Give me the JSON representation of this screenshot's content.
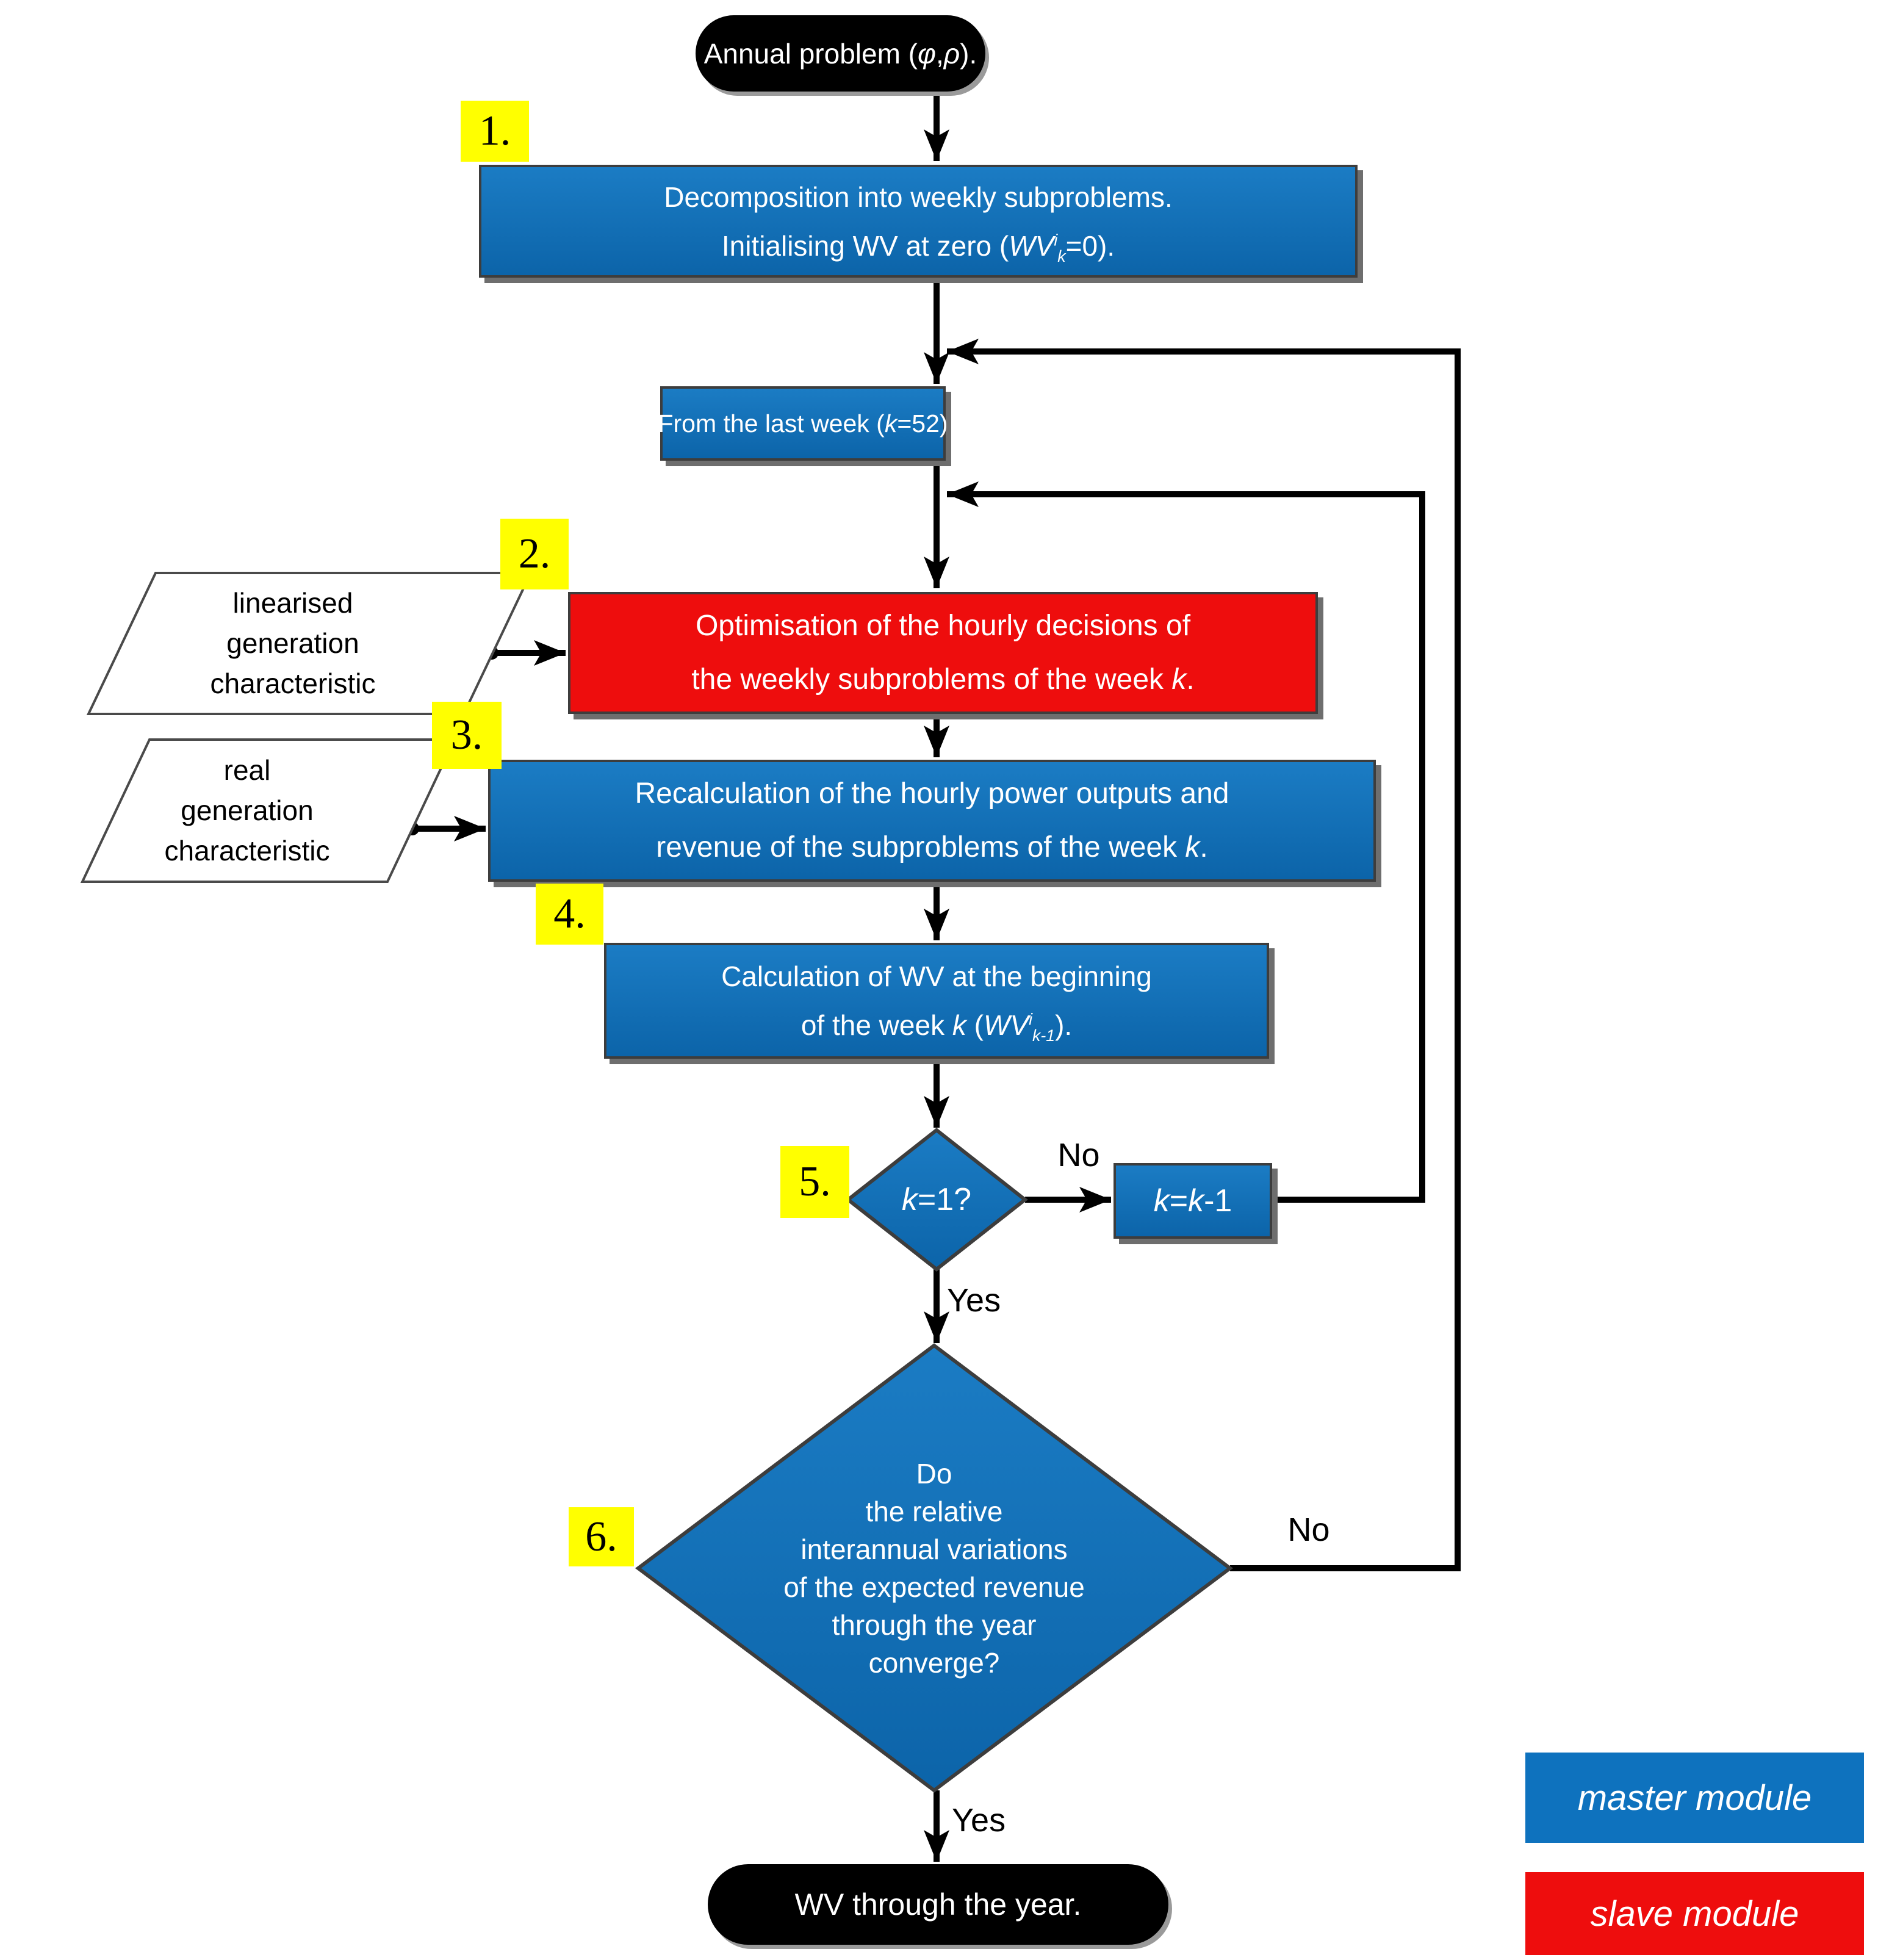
{
  "colors": {
    "box_blue_top": "#1b7cc4",
    "box_blue_bottom": "#0c64a9",
    "legend_blue": "#0e72be",
    "red": "#ee0d0d",
    "yellow": "#ffff00",
    "line_black": "#000000",
    "border_gray": "#3d3d3d"
  },
  "nodes": {
    "start": {
      "text": [
        {
          "t": "Annual problem ("
        },
        {
          "t": "φ",
          "s": "it"
        },
        {
          "t": ","
        },
        {
          "t": "ρ",
          "s": "it"
        },
        {
          "t": ")."
        }
      ]
    },
    "decomposition": {
      "label": "1.",
      "line1": "Decomposition into weekly subproblems.",
      "line2": [
        {
          "t": "Initialising WV at zero ("
        },
        {
          "t": "WV",
          "s": "it"
        },
        {
          "t": "i",
          "s": "supit"
        },
        {
          "t": "k",
          "s": "subit"
        },
        {
          "t": "=0)."
        }
      ]
    },
    "from_last_week": {
      "text": [
        {
          "t": "From the last week ("
        },
        {
          "t": "k",
          "s": "it"
        },
        {
          "t": "=52)"
        }
      ]
    },
    "linearised_input": {
      "line1": "linearised",
      "line2": "generation",
      "line3": "characteristic"
    },
    "optimisation": {
      "label": "2.",
      "line1": "Optimisation of the hourly decisions of",
      "line2": [
        {
          "t": "the weekly subproblems of the week "
        },
        {
          "t": "k",
          "s": "it"
        },
        {
          "t": "."
        }
      ]
    },
    "real_input": {
      "line1": "real",
      "line2": "generation",
      "line3": "characteristic"
    },
    "recalculation": {
      "label": "3.",
      "line1": "Recalculation of the hourly power outputs and",
      "line2": [
        {
          "t": "revenue of the subproblems of the week "
        },
        {
          "t": "k",
          "s": "it"
        },
        {
          "t": "."
        }
      ]
    },
    "wv_calculation": {
      "label": "4.",
      "line1": "Calculation of WV at the beginning",
      "line2": [
        {
          "t": "of the week "
        },
        {
          "t": "k",
          "s": "it"
        },
        {
          "t": " ("
        },
        {
          "t": "WV",
          "s": "it"
        },
        {
          "t": "i",
          "s": "supit"
        },
        {
          "t": "k-1",
          "s": "subit"
        },
        {
          "t": ")."
        }
      ]
    },
    "k_equals_1": {
      "label": "5.",
      "text": [
        {
          "t": "k",
          "s": "it"
        },
        {
          "t": "=1?"
        }
      ]
    },
    "k_decrement": {
      "text": [
        {
          "t": "k",
          "s": "it"
        },
        {
          "t": "="
        },
        {
          "t": "k",
          "s": "it"
        },
        {
          "t": "-1"
        }
      ]
    },
    "convergence": {
      "label": "6.",
      "lines": [
        "Do",
        "the relative",
        "interannual variations",
        "of the expected revenue",
        "through the year",
        "converge?"
      ]
    },
    "end": {
      "text": "WV through the year."
    }
  },
  "branches": {
    "k_no": "No",
    "k_yes": "Yes",
    "conv_no": "No",
    "conv_yes": "Yes"
  },
  "legend": {
    "master": "master module",
    "slave": "slave module"
  }
}
